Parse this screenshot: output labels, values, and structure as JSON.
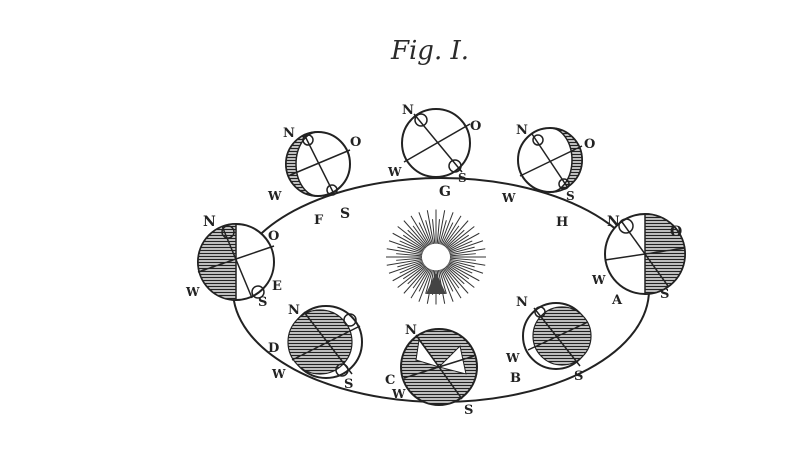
{
  "title": "Fig. I.",
  "colors": {
    "ink": "#222222",
    "paper": "#ffffff"
  },
  "orbit_points": [
    "A",
    "B",
    "C",
    "D",
    "E",
    "F",
    "G",
    "H"
  ],
  "globes": [
    {
      "id": "A",
      "labels": [
        "N",
        "O",
        "W",
        "S"
      ]
    },
    {
      "id": "B",
      "labels": [
        "N",
        "W",
        "S"
      ]
    },
    {
      "id": "C",
      "labels": [
        "N",
        "W",
        "S"
      ]
    },
    {
      "id": "D",
      "labels": [
        "N",
        "W",
        "S"
      ]
    },
    {
      "id": "E",
      "labels": [
        "N",
        "O",
        "W",
        "S"
      ]
    },
    {
      "id": "F",
      "labels": [
        "N",
        "O",
        "W",
        "S"
      ]
    },
    {
      "id": "G",
      "labels": [
        "N",
        "O",
        "W",
        "S"
      ]
    },
    {
      "id": "H",
      "labels": [
        "N",
        "O",
        "W",
        "S"
      ]
    }
  ],
  "sun_icon": "sun-icon"
}
